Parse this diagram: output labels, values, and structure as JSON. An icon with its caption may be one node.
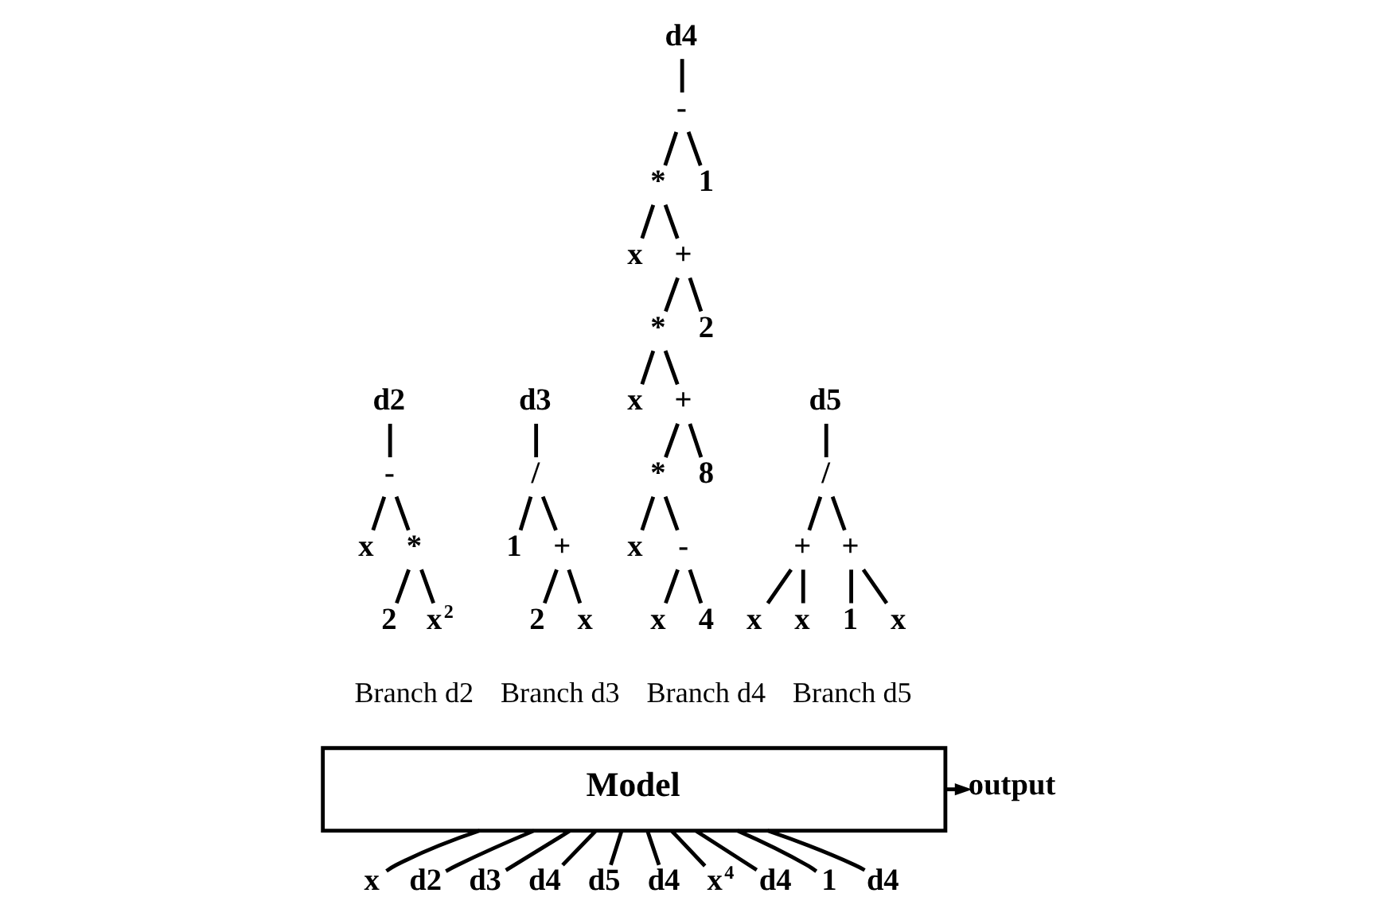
{
  "diagram": {
    "nodes": [
      {
        "text": [
          "d2"
        ]
      },
      {
        "text": [
          "-"
        ]
      },
      {
        "text": [
          "x"
        ]
      },
      {
        "text": [
          "*"
        ]
      },
      {
        "text": [
          "2"
        ]
      },
      {
        "text": [
          "x$^{2}$"
        ]
      },
      {
        "text": [
          "d3"
        ]
      },
      {
        "text": [
          "/"
        ]
      },
      {
        "text": [
          "1"
        ]
      },
      {
        "text": [
          "+"
        ]
      },
      {
        "text": [
          "2"
        ]
      },
      {
        "text": [
          "x"
        ]
      },
      {
        "text": [
          "d4"
        ]
      },
      {
        "text": [
          "-"
        ]
      },
      {
        "text": [
          "*"
        ]
      },
      {
        "text": [
          "1"
        ]
      },
      {
        "text": [
          "x"
        ]
      },
      {
        "text": [
          "+"
        ]
      },
      {
        "text": [
          "*"
        ]
      },
      {
        "text": [
          "2"
        ]
      },
      {
        "text": [
          "x"
        ]
      },
      {
        "text": [
          "+"
        ]
      },
      {
        "text": [
          "*"
        ]
      },
      {
        "text": [
          "8"
        ]
      },
      {
        "text": [
          "x"
        ]
      },
      {
        "text": [
          "-"
        ]
      },
      {
        "text": [
          "x"
        ]
      },
      {
        "text": [
          "4"
        ]
      },
      {
        "text": [
          "d5"
        ]
      },
      {
        "text": [
          "/"
        ]
      },
      {
        "text": [
          "+"
        ]
      },
      {
        "text": [
          "+"
        ]
      },
      {
        "text": [
          "x"
        ]
      },
      {
        "text": [
          "x"
        ]
      },
      {
        "text": [
          "1"
        ]
      },
      {
        "text": [
          "x"
        ]
      },
      {
        "text": [
          "Model"
        ]
      },
      {
        "text": [
          "output"
        ]
      },
      {
        "text": [
          "x"
        ]
      },
      {
        "text": [
          "d2"
        ]
      },
      {
        "text": [
          "d3"
        ]
      },
      {
        "text": [
          "d4"
        ]
      },
      {
        "text": [
          "d5"
        ]
      },
      {
        "text": [
          "d4"
        ]
      },
      {
        "text": [
          "x$^{4}$"
        ]
      },
      {
        "text": [
          "d4"
        ]
      },
      {
        "text": [
          "1"
        ]
      },
      {
        "text": [
          "d4"
        ]
      }
    ],
    "edges": [
      {
        "from": 0,
        "to": 1,
        "arrow": "none"
      },
      {
        "from": 1,
        "to": 2,
        "arrow": "none"
      },
      {
        "from": 1,
        "to": 3,
        "arrow": "none"
      },
      {
        "from": 3,
        "to": 4,
        "arrow": "none"
      },
      {
        "from": 3,
        "to": 5,
        "arrow": "none"
      },
      {
        "from": 6,
        "to": 7,
        "arrow": "none"
      },
      {
        "from": 7,
        "to": 8,
        "arrow": "none"
      },
      {
        "from": 7,
        "to": 9,
        "arrow": "none"
      },
      {
        "from": 9,
        "to": 10,
        "arrow": "none"
      },
      {
        "from": 9,
        "to": 11,
        "arrow": "none"
      },
      {
        "from": 12,
        "to": 13,
        "arrow": "none"
      },
      {
        "from": 13,
        "to": 14,
        "arrow": "none"
      },
      {
        "from": 13,
        "to": 15,
        "arrow": "none"
      },
      {
        "from": 14,
        "to": 16,
        "arrow": "none"
      },
      {
        "from": 14,
        "to": 17,
        "arrow": "none"
      },
      {
        "from": 17,
        "to": 18,
        "arrow": "none"
      },
      {
        "from": 17,
        "to": 19,
        "arrow": "none"
      },
      {
        "from": 18,
        "to": 20,
        "arrow": "none"
      },
      {
        "from": 18,
        "to": 21,
        "arrow": "none"
      },
      {
        "from": 21,
        "to": 22,
        "arrow": "none"
      },
      {
        "from": 21,
        "to": 23,
        "arrow": "none"
      },
      {
        "from": 22,
        "to": 24,
        "arrow": "none"
      },
      {
        "from": 22,
        "to": 25,
        "arrow": "none"
      },
      {
        "from": 25,
        "to": 26,
        "arrow": "none"
      },
      {
        "from": 25,
        "to": 27,
        "arrow": "none"
      },
      {
        "from": 28,
        "to": 29,
        "arrow": "none"
      },
      {
        "from": 29,
        "to": 30,
        "arrow": "none"
      },
      {
        "from": 29,
        "to": 31,
        "arrow": "none"
      },
      {
        "from": 30,
        "to": 32,
        "arrow": "none"
      },
      {
        "from": 30,
        "to": 33,
        "arrow": "none"
      },
      {
        "from": 31,
        "to": 34,
        "arrow": "none"
      },
      {
        "from": 31,
        "to": 35,
        "arrow": "none"
      },
      {
        "from": 36,
        "to": 37,
        "arrow": "to"
      },
      {
        "from": 36,
        "to": 38,
        "arrow": "none"
      },
      {
        "from": 36,
        "to": 39,
        "arrow": "none"
      },
      {
        "from": 36,
        "to": 40,
        "arrow": "none"
      },
      {
        "from": 36,
        "to": 41,
        "arrow": "none"
      },
      {
        "from": 36,
        "to": 42,
        "arrow": "none"
      },
      {
        "from": 36,
        "to": 43,
        "arrow": "none"
      },
      {
        "from": 36,
        "to": 44,
        "arrow": "none"
      },
      {
        "from": 36,
        "to": 45,
        "arrow": "none"
      },
      {
        "from": 36,
        "to": 46,
        "arrow": "none"
      },
      {
        "from": 36,
        "to": 47,
        "arrow": "none"
      }
    ],
    "labels": [
      "Branch d2",
      "Branch d3",
      "Branch d4",
      "Branch d5"
    ]
  }
}
